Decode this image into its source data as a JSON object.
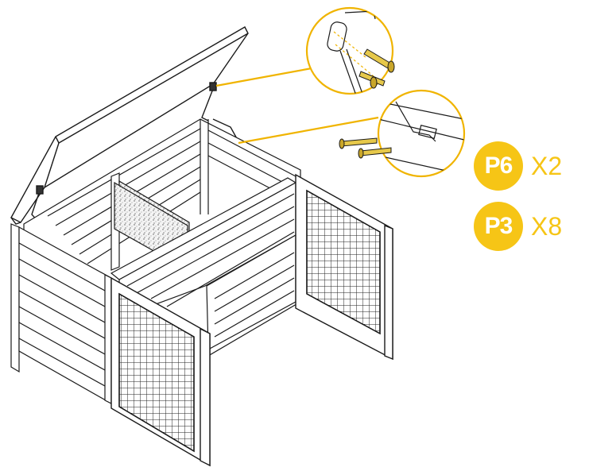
{
  "parts": [
    {
      "code": "P6",
      "quantity": "X2"
    },
    {
      "code": "P3",
      "quantity": "X8"
    }
  ],
  "colors": {
    "accent": "#f6c516",
    "line": "#1a1a1a",
    "callout_line": "#f0b400"
  },
  "icons": [
    "hinge-detail-icon",
    "latch-detail-icon",
    "screw-icon"
  ]
}
